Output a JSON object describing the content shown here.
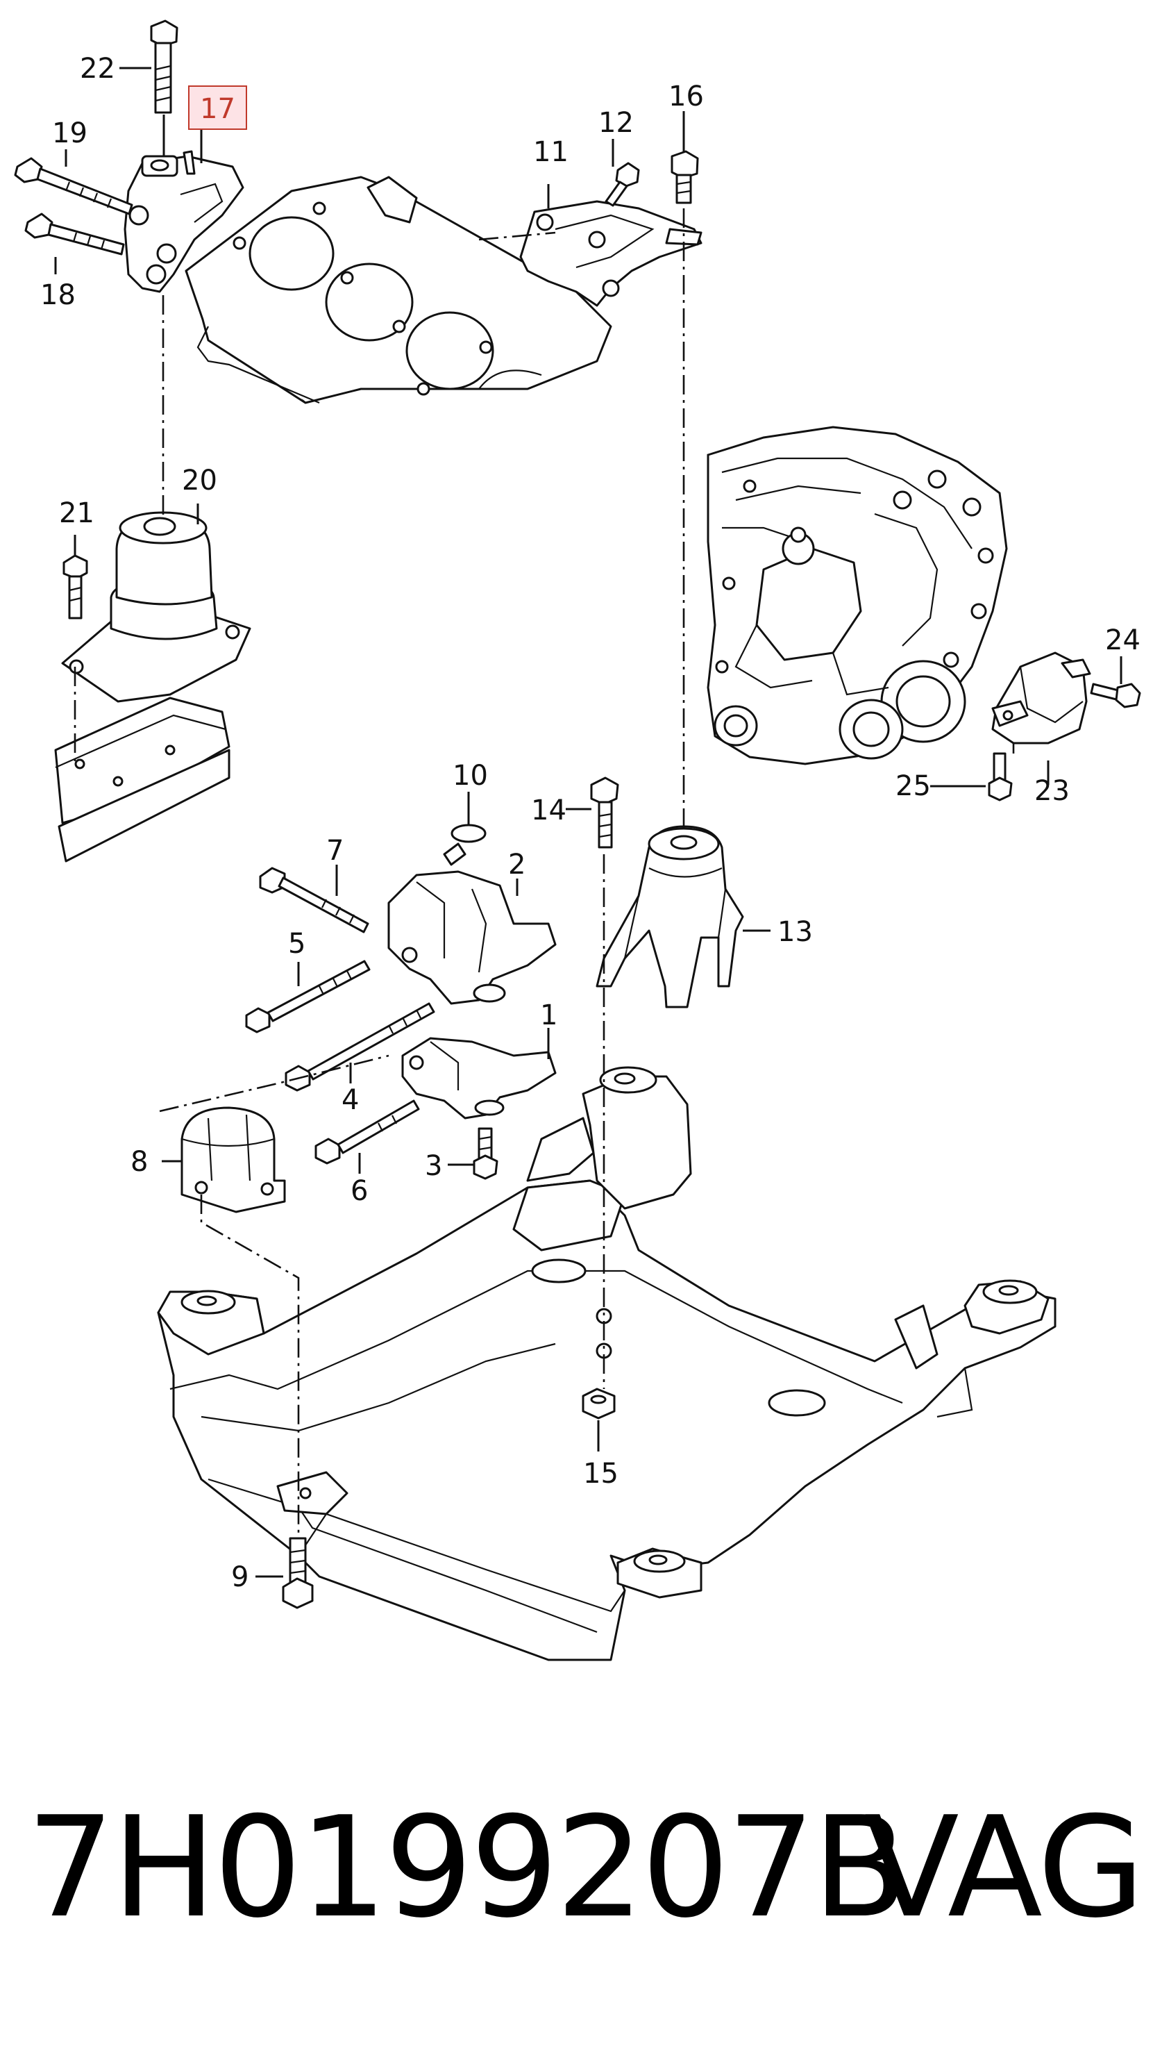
{
  "diagram": {
    "labels": {
      "p1": "1",
      "p2": "2",
      "p3": "3",
      "p4": "4",
      "p5": "5",
      "p6": "6",
      "p7": "7",
      "p8": "8",
      "p9": "9",
      "p10": "10",
      "p11": "11",
      "p12": "12",
      "p13": "13",
      "p14": "14",
      "p15": "15",
      "p16": "16",
      "p17": "17",
      "p18": "18",
      "p19": "19",
      "p20": "20",
      "p21": "21",
      "p22": "22",
      "p23": "23",
      "p24": "24",
      "p25": "25"
    },
    "highlighted_label": "17",
    "highlight_color": "#c0392b",
    "highlight_fill": "#fde3e6"
  },
  "footer": {
    "part_number": "7H0199207B",
    "brand": "VAG"
  }
}
